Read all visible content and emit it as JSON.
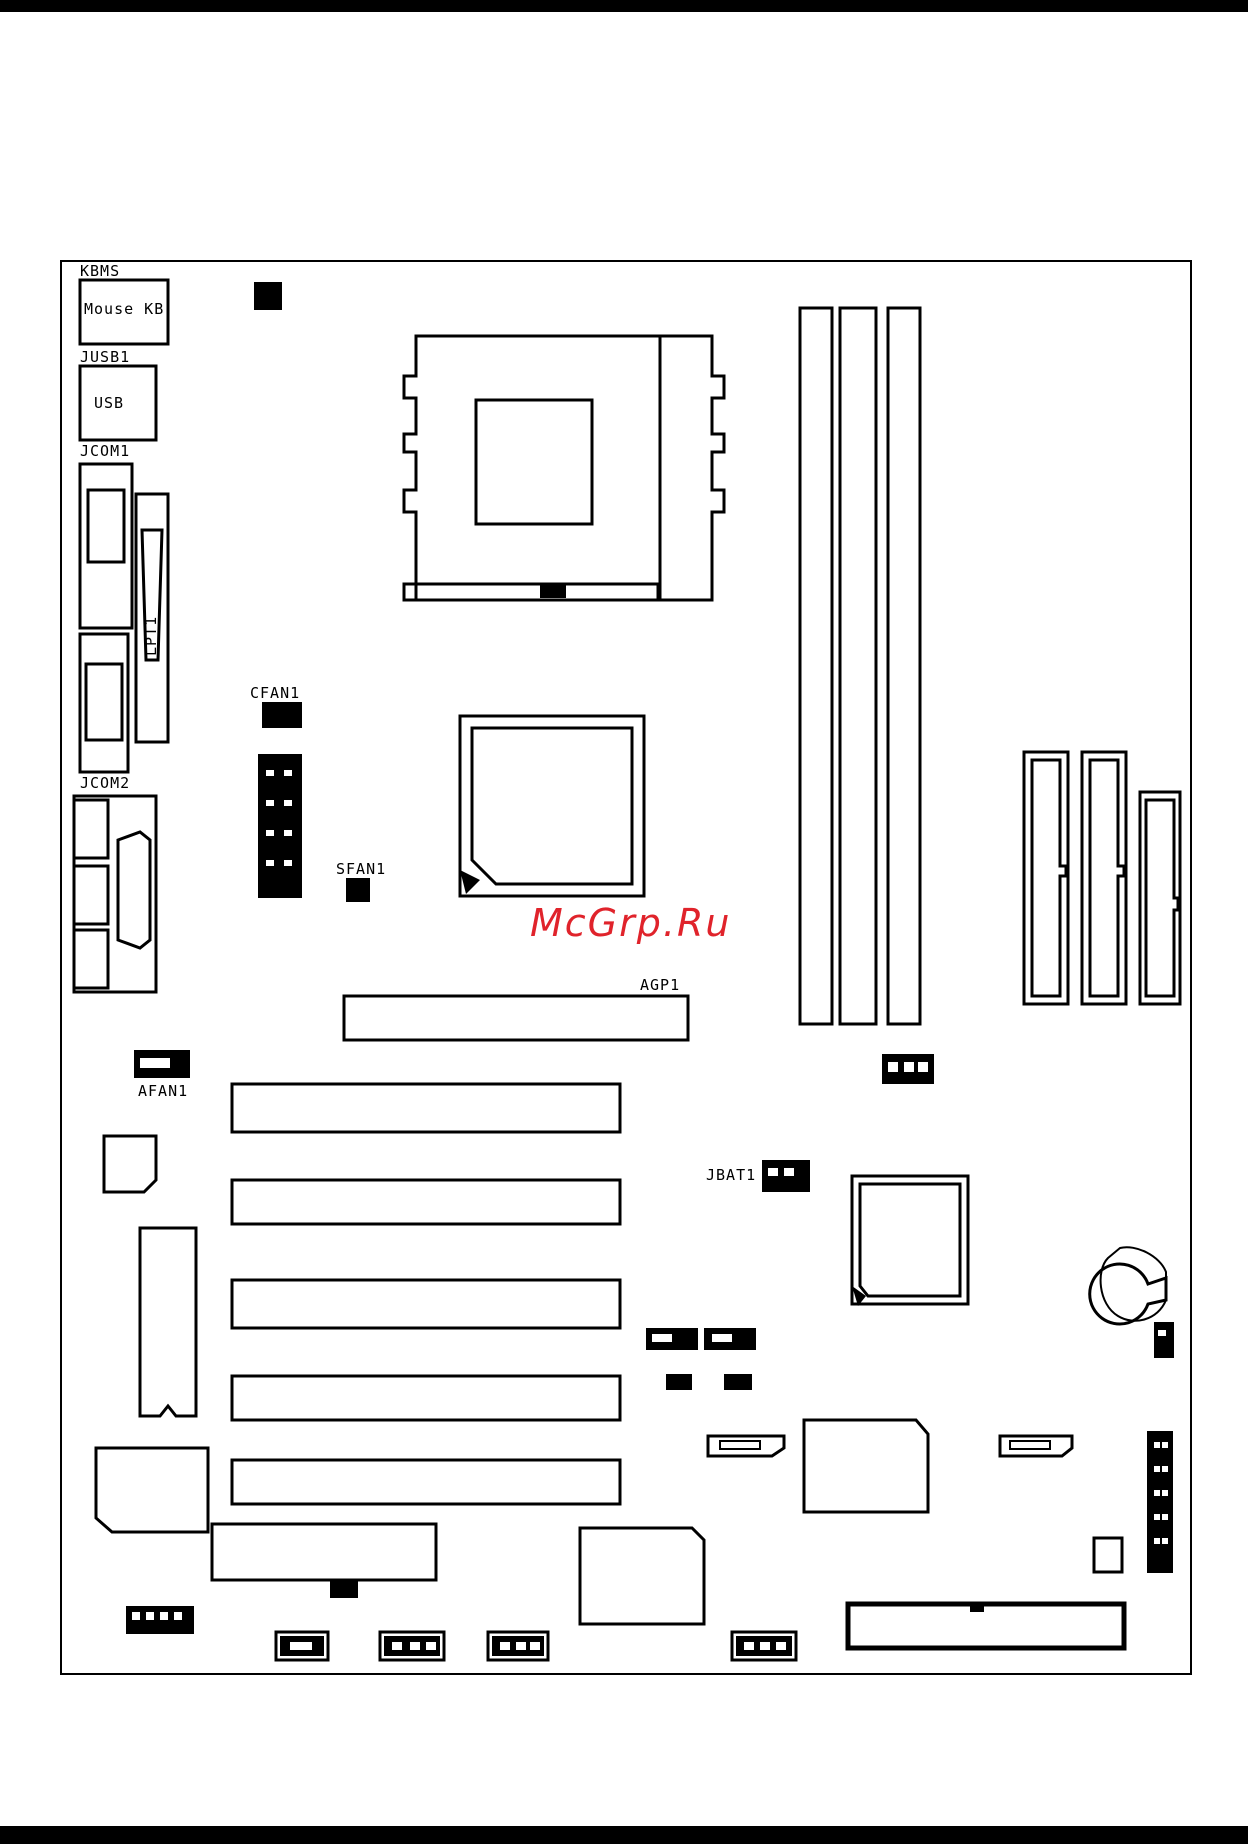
{
  "labels": {
    "kbms": "KBMS",
    "kb_ms_text": "Mouse KB",
    "usb_header": "JUSB1",
    "usb_text": "USB",
    "com1": "JCOM1",
    "com2": "JCOM2",
    "lpt": "LPT1",
    "cfan": "CFAN1",
    "sfan": "SFAN1",
    "agp": "AGP1",
    "afan": "AFAN1",
    "jbat": "JBAT1"
  },
  "watermark": "McGrp.Ru",
  "colors": {
    "line": "#000000",
    "watermark": "#e0232b",
    "background": "#ffffff"
  }
}
